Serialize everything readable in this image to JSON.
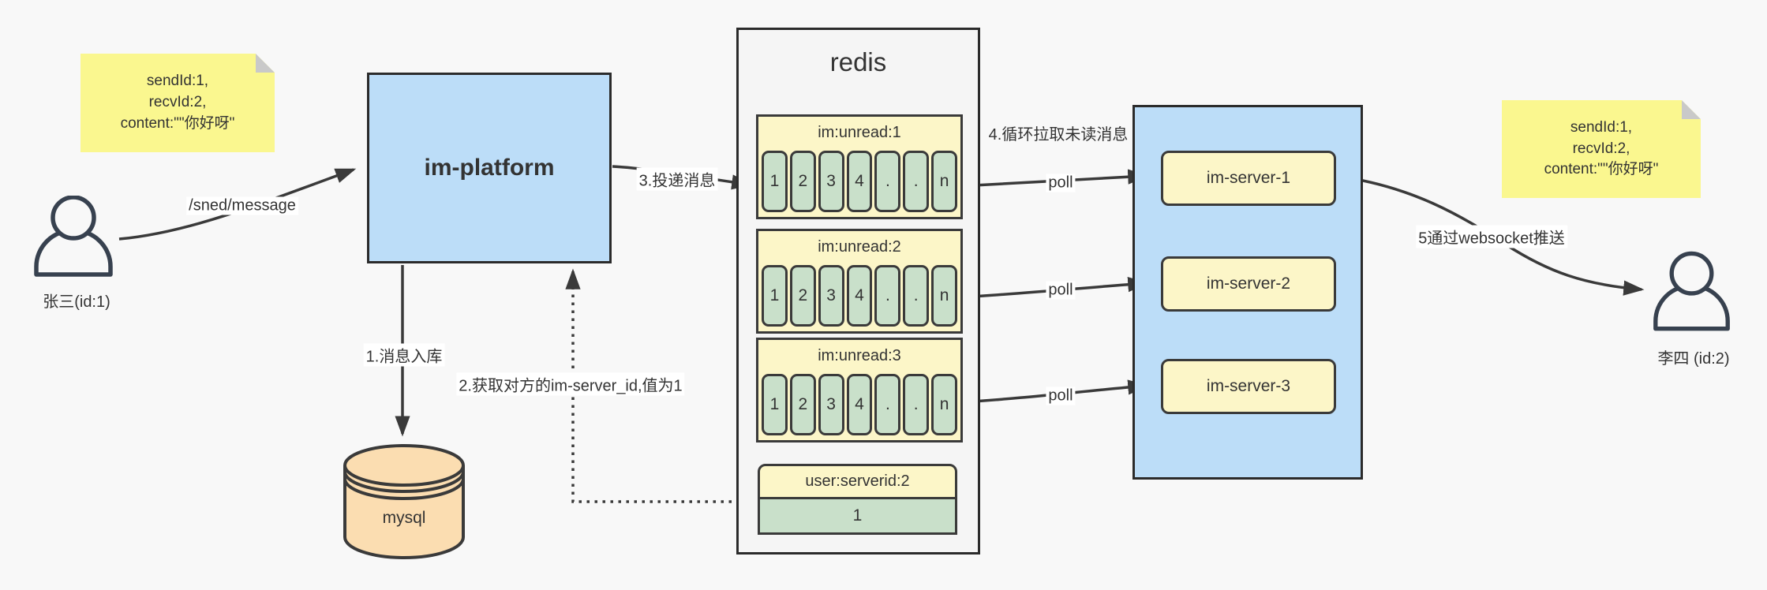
{
  "colors": {
    "canvas_bg": "#F8F8F8",
    "note_yellow": "#FAF78F",
    "note_fold": "#C9C9C9",
    "blue": "#BCDDF8",
    "pale_yellow": "#FCF6C8",
    "green": "#C9E0CA",
    "peach": "#FBDDB1",
    "line": "#3A3A3A",
    "redis_bg": "#F5F5F5",
    "person": "#37414F"
  },
  "sender": {
    "name": "张三(id:1)"
  },
  "receiver": {
    "name": "李四 (id:2)"
  },
  "note_left": {
    "line1": "sendId:1,",
    "line2": "recvId:2,",
    "line3": "content:\"\"你好呀\""
  },
  "note_right": {
    "line1": "sendId:1,",
    "line2": "recvId:2,",
    "line3": "content:\"\"你好呀\""
  },
  "platform": {
    "label": "im-platform"
  },
  "database": {
    "label": "mysql"
  },
  "redis": {
    "title": "redis",
    "queues": [
      {
        "header": "im:unread:1",
        "cells": [
          "1",
          "2",
          "3",
          "4",
          ".",
          ".",
          "n"
        ]
      },
      {
        "header": "im:unread:2",
        "cells": [
          "1",
          "2",
          "3",
          "4",
          ".",
          ".",
          "n"
        ]
      },
      {
        "header": "im:unread:3",
        "cells": [
          "1",
          "2",
          "3",
          "4",
          ".",
          ".",
          "n"
        ]
      }
    ],
    "kv": {
      "header": "user:serverid:2",
      "value": "1"
    }
  },
  "server_cluster": {
    "servers": [
      {
        "label": "im-server-1"
      },
      {
        "label": "im-server-2"
      },
      {
        "label": "im-server-3"
      }
    ]
  },
  "labels": {
    "send_api": "/sned/message",
    "step1": "1.消息入库",
    "step2": "2.获取对方的im-server_id,值为1",
    "step3": "3.投递消息",
    "step4": "4.循环拉取未读消息",
    "poll1": "poll",
    "poll2": "poll",
    "poll3": "poll",
    "step5": "5通过websocket推送"
  }
}
